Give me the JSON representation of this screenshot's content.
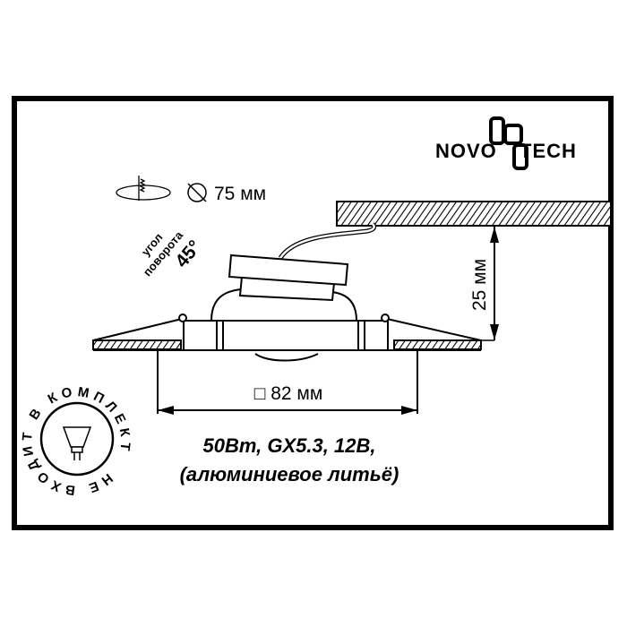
{
  "logo": {
    "text": "NOVOTECH",
    "left": "NOVO",
    "right": "TECH"
  },
  "cutout": {
    "icon": "ceiling-hole-icon",
    "diameter_symbol": "diameter-icon",
    "label": "75 мм"
  },
  "rotation": {
    "line1": "угол",
    "line2": "поворота",
    "angle": "45°"
  },
  "height_dim": {
    "label": "25 мм"
  },
  "width_dim": {
    "symbol": "□",
    "label": "82 мм"
  },
  "specs": {
    "line1": "50Вт, GX5.3, 12В,",
    "line2": "(алюминиевое литьё)"
  },
  "badge": {
    "text": "НЕ ВХОДИТ В КОМПЛЕКТ",
    "icon": "mr16-lamp-icon"
  },
  "colors": {
    "ink": "#000000",
    "background": "#ffffff"
  }
}
